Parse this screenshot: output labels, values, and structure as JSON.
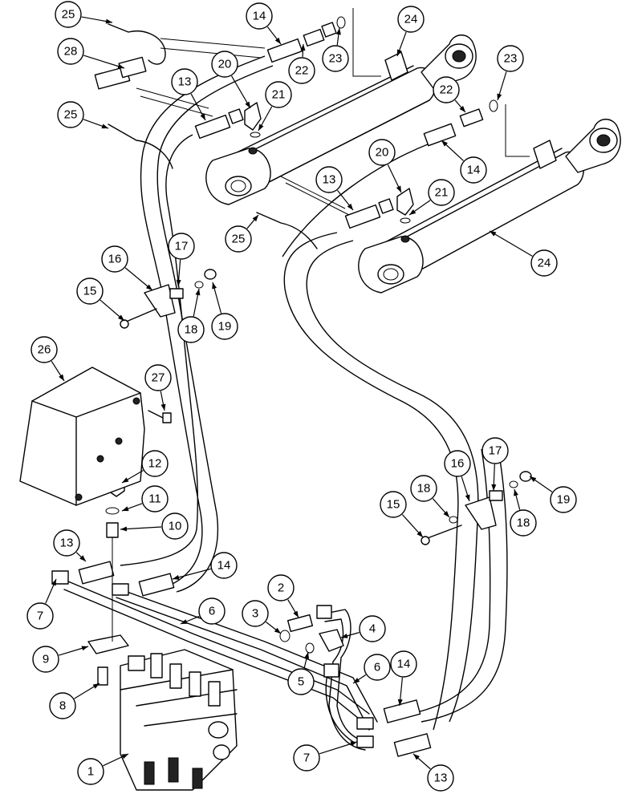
{
  "callouts": [
    {
      "label": "25"
    },
    {
      "label": "28"
    },
    {
      "label": "14"
    },
    {
      "label": "22"
    },
    {
      "label": "23"
    },
    {
      "label": "24"
    },
    {
      "label": "20"
    },
    {
      "label": "13"
    },
    {
      "label": "21"
    },
    {
      "label": "25"
    },
    {
      "label": "22"
    },
    {
      "label": "23"
    },
    {
      "label": "20"
    },
    {
      "label": "14"
    },
    {
      "label": "13"
    },
    {
      "label": "21"
    },
    {
      "label": "25"
    },
    {
      "label": "24"
    },
    {
      "label": "17"
    },
    {
      "label": "16"
    },
    {
      "label": "15"
    },
    {
      "label": "18"
    },
    {
      "label": "19"
    },
    {
      "label": "26"
    },
    {
      "label": "27"
    },
    {
      "label": "12"
    },
    {
      "label": "11"
    },
    {
      "label": "10"
    },
    {
      "label": "13"
    },
    {
      "label": "14"
    },
    {
      "label": "7"
    },
    {
      "label": "6"
    },
    {
      "label": "2"
    },
    {
      "label": "3"
    },
    {
      "label": "4"
    },
    {
      "label": "9"
    },
    {
      "label": "5"
    },
    {
      "label": "6"
    },
    {
      "label": "14"
    },
    {
      "label": "8"
    },
    {
      "label": "7"
    },
    {
      "label": "1"
    },
    {
      "label": "13"
    },
    {
      "label": "17"
    },
    {
      "label": "16"
    },
    {
      "label": "18"
    },
    {
      "label": "15"
    },
    {
      "label": "18"
    },
    {
      "label": "19"
    }
  ]
}
